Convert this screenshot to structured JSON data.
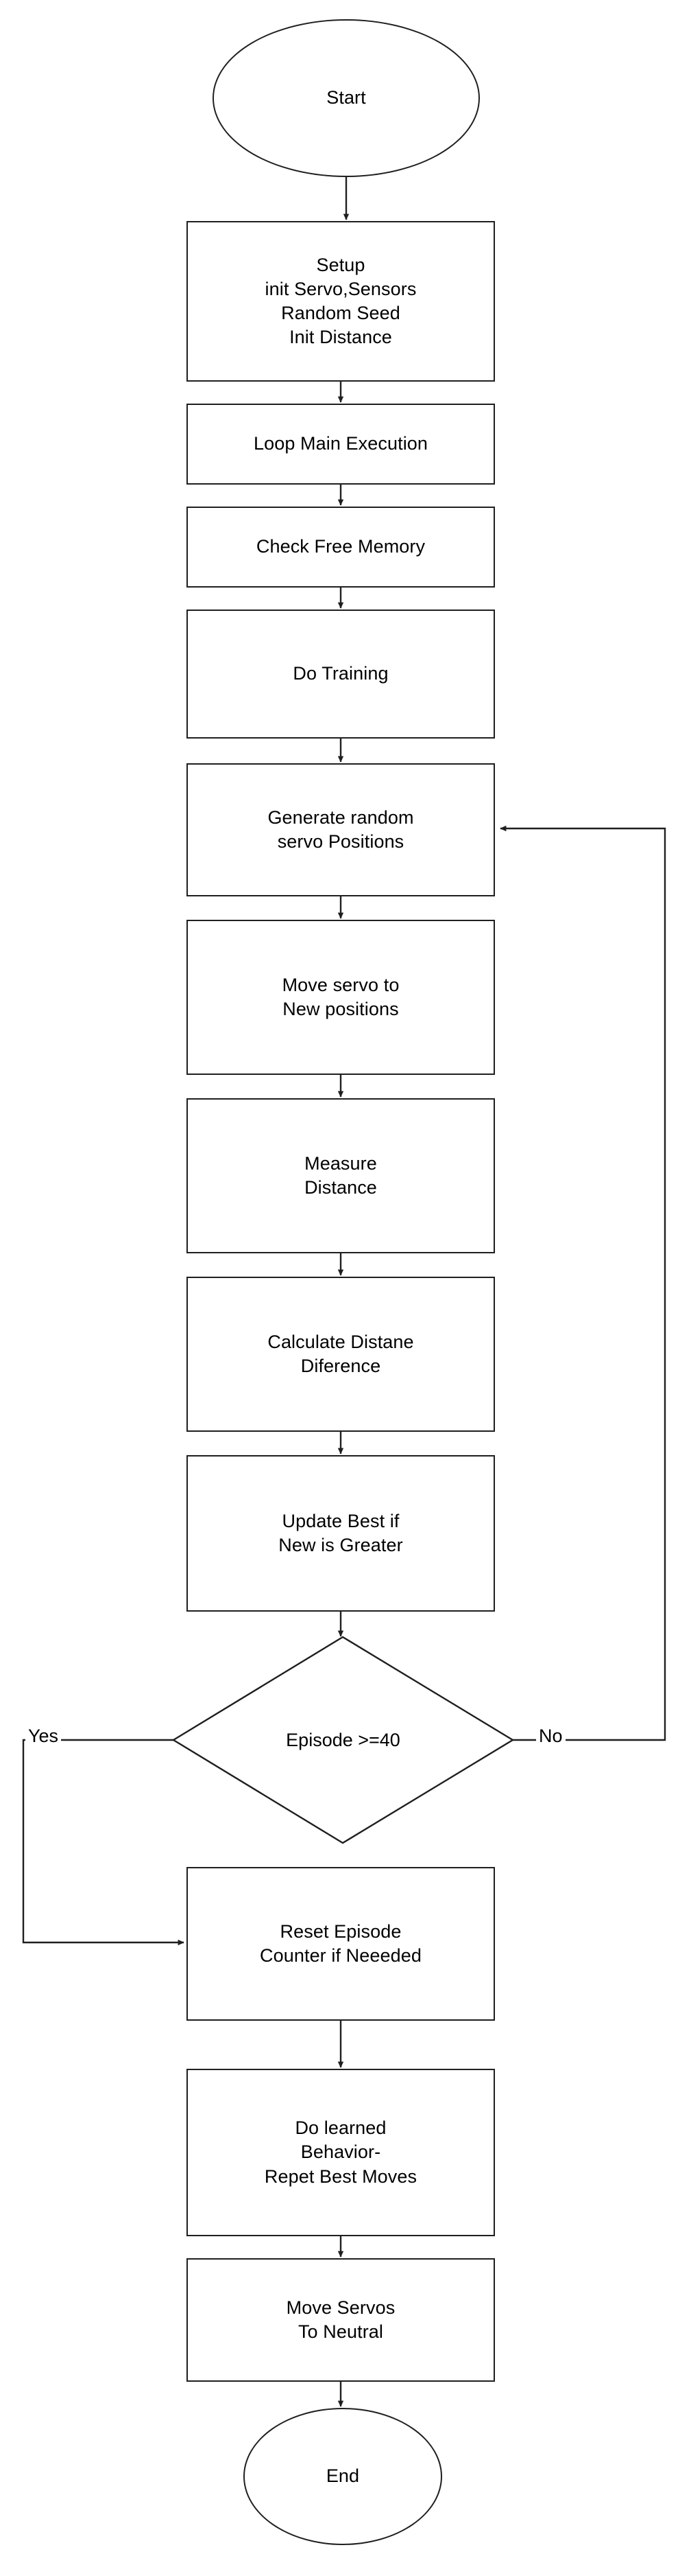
{
  "diagram": {
    "title": "Servo Reinforcement Learning Flowchart",
    "type": "flowchart",
    "background_color": "#ffffff",
    "stroke_color": "#1f1f1f",
    "text_color": "#000000"
  },
  "nodes": [
    {
      "id": "start",
      "shape": "terminator",
      "label": "Start"
    },
    {
      "id": "setup",
      "shape": "process",
      "label": "Setup\ninit Servo,Sensors\nRandom Seed\nInit Distance"
    },
    {
      "id": "loop",
      "shape": "process",
      "label": "Loop Main Execution"
    },
    {
      "id": "memory",
      "shape": "process",
      "label": "Check Free Memory"
    },
    {
      "id": "training",
      "shape": "process",
      "label": "Do Training"
    },
    {
      "id": "generate",
      "shape": "process",
      "label": "Generate random\nservo Positions"
    },
    {
      "id": "move",
      "shape": "process",
      "label": "Move servo to\nNew positions"
    },
    {
      "id": "measure",
      "shape": "process",
      "label": "Measure\nDistance"
    },
    {
      "id": "calculate",
      "shape": "process",
      "label": "Calculate Distane\nDiference"
    },
    {
      "id": "update",
      "shape": "process",
      "label": "Update Best if\nNew is Greater"
    },
    {
      "id": "episode",
      "shape": "decision",
      "label": "Episode >=40"
    },
    {
      "id": "reset",
      "shape": "process",
      "label": "Reset Episode\nCounter if Neeeded"
    },
    {
      "id": "behavior",
      "shape": "process",
      "label": "Do learned\nBehavior-\nRepet Best Moves"
    },
    {
      "id": "neutral",
      "shape": "process",
      "label": "Move Servos\nTo Neutral"
    },
    {
      "id": "end",
      "shape": "terminator",
      "label": "End"
    }
  ],
  "edges": [
    {
      "from": "start",
      "to": "setup",
      "label": ""
    },
    {
      "from": "setup",
      "to": "loop",
      "label": ""
    },
    {
      "from": "loop",
      "to": "memory",
      "label": ""
    },
    {
      "from": "memory",
      "to": "training",
      "label": ""
    },
    {
      "from": "training",
      "to": "generate",
      "label": ""
    },
    {
      "from": "generate",
      "to": "move",
      "label": ""
    },
    {
      "from": "move",
      "to": "measure",
      "label": ""
    },
    {
      "from": "measure",
      "to": "calculate",
      "label": ""
    },
    {
      "from": "calculate",
      "to": "update",
      "label": ""
    },
    {
      "from": "update",
      "to": "episode",
      "label": ""
    },
    {
      "from": "episode",
      "to": "reset",
      "label": "Yes"
    },
    {
      "from": "episode",
      "to": "generate",
      "label": "No"
    },
    {
      "from": "reset",
      "to": "behavior",
      "label": ""
    },
    {
      "from": "behavior",
      "to": "neutral",
      "label": ""
    },
    {
      "from": "neutral",
      "to": "end",
      "label": ""
    }
  ],
  "labels": {
    "start": "Start",
    "setup_l1": "Setup",
    "setup_l2": "init Servo,Sensors",
    "setup_l3": "Random Seed",
    "setup_l4": "Init Distance",
    "loop": "Loop Main Execution",
    "memory": "Check Free Memory",
    "training": "Do Training",
    "generate_l1": "Generate random",
    "generate_l2": "servo Positions",
    "move_l1": "Move servo to",
    "move_l2": "New positions",
    "measure_l1": "Measure",
    "measure_l2": "Distance",
    "calculate_l1": "Calculate Distane",
    "calculate_l2": "Diference",
    "update_l1": "Update Best if",
    "update_l2": "New is Greater",
    "episode": "Episode >=40",
    "yes": "Yes",
    "no": "No",
    "reset_l1": "Reset Episode",
    "reset_l2": "Counter if Neeeded",
    "behavior_l1": "Do learned",
    "behavior_l2": "Behavior-",
    "behavior_l3": "Repet Best Moves",
    "neutral_l1": "Move Servos",
    "neutral_l2": "To Neutral",
    "end": "End"
  }
}
